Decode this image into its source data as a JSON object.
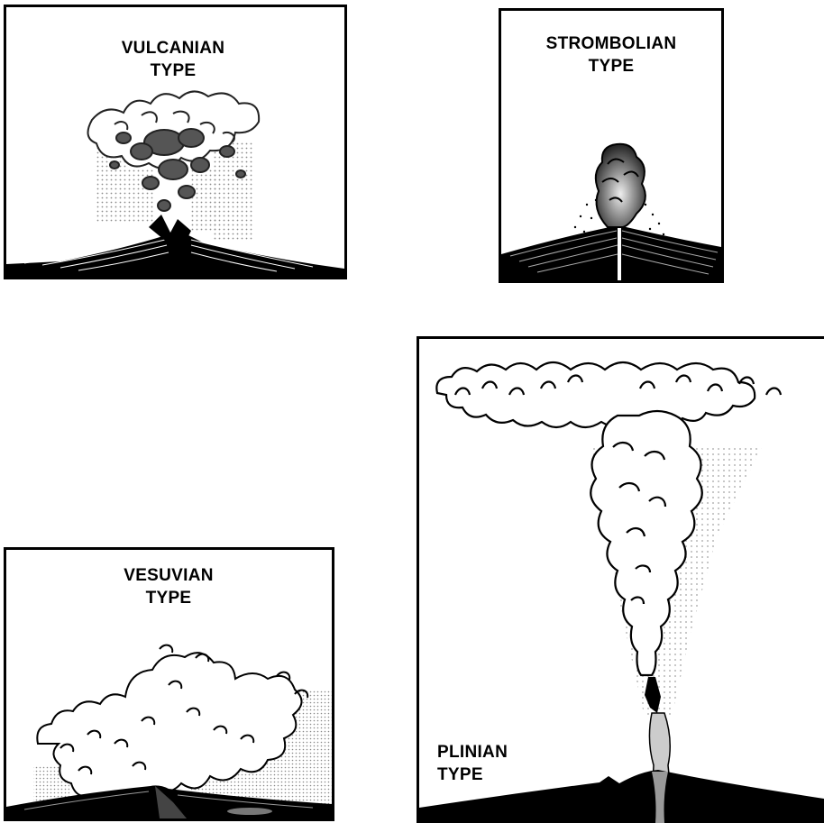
{
  "panels": [
    {
      "id": "vulcanian",
      "title_line1": "VULCANIAN",
      "title_line2": "TYPE"
    },
    {
      "id": "strombolian",
      "title_line1": "STROMBOLIAN",
      "title_line2": "TYPE"
    },
    {
      "id": "vesuvian",
      "title_line1": "VESUVIAN",
      "title_line2": "TYPE"
    },
    {
      "id": "plinian",
      "title_line1": "PLINIAN",
      "title_line2": "TYPE"
    }
  ]
}
